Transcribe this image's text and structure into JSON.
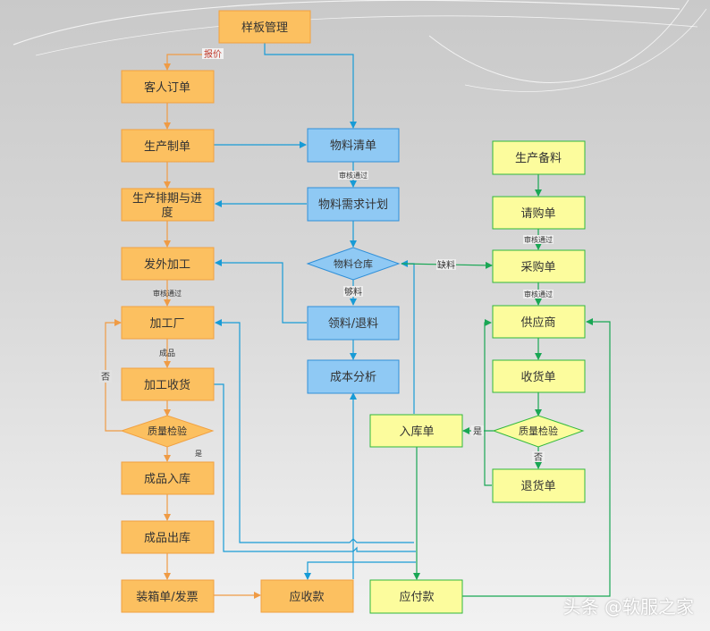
{
  "nodes": {
    "sample_mgmt": "样板管理",
    "customer_order": "客人订单",
    "production_order": "生产制单",
    "schedule_line1": "生产排期与进",
    "schedule_line2": "度",
    "outsource": "发外加工",
    "factory": "加工厂",
    "receive_processed": "加工收货",
    "quality_check_left": "质量检验",
    "finished_in": "成品入库",
    "finished_out": "成品出库",
    "packing_invoice": "装箱单/发票",
    "receivable": "应收款",
    "bom": "物料清单",
    "material_plan": "物料需求计划",
    "material_warehouse": "物料仓库",
    "issue_return": "领料/退料",
    "cost_analysis": "成本分析",
    "stock_in": "入库单",
    "payable": "应付款",
    "prep": "生产备料",
    "requisition": "请购单",
    "purchase_order": "采购单",
    "supplier": "供应商",
    "receipt": "收货单",
    "quality_check_right": "质量检验",
    "return_goods": "退货单"
  },
  "edges": {
    "quote": "报价",
    "approved_1": "审核通过",
    "approved_2": "审核通过",
    "approved_3": "审核通过",
    "approved_4": "审核通过",
    "enough": "够料",
    "shortage": "缺料",
    "finished_product": "成品",
    "no_left": "否",
    "yes_left": "是",
    "yes_right": "是",
    "no_right": "否"
  },
  "watermark": "头条 @软服之家",
  "colors": {
    "orange_fill": "#fcc060",
    "orange_stroke": "#f1a141",
    "orange_line": "#ef9b45",
    "blue_fill": "#8fc9f4",
    "blue_stroke": "#2f8fd8",
    "blue_line": "#189bd6",
    "yellow_fill": "#fcfc9d",
    "green_stroke": "#30b83c",
    "green_line": "#19a654"
  }
}
